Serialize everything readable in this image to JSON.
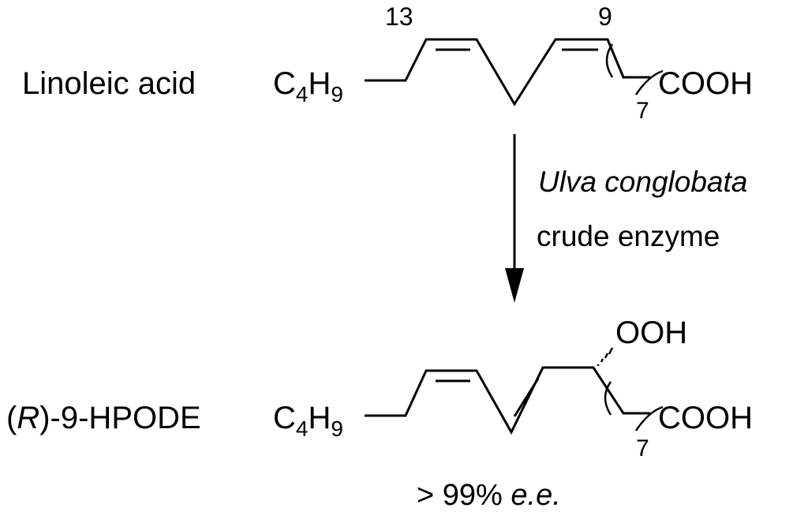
{
  "reactant": {
    "name": "Linoleic acid",
    "alkyl_main": "C",
    "alkyl_sub1": "4",
    "alkyl_mid": "H",
    "alkyl_sub2": "9",
    "locant_13": "13",
    "locant_9": "9",
    "acid_group": "COOH",
    "repeat_count": "7"
  },
  "conditions": {
    "organism": "Ulva conglobata",
    "reagent": "crude enzyme"
  },
  "product": {
    "name_paren_open": "(",
    "name_italic": "R",
    "name_rest": ")-9-HPODE",
    "alkyl_main": "C",
    "alkyl_sub1": "4",
    "alkyl_mid": "H",
    "alkyl_sub2": "9",
    "hydroperoxy": "OOH",
    "acid_group": "COOH",
    "repeat_count": "7"
  },
  "result": {
    "ee_value": "> 99% ",
    "ee_unit": "e.e."
  }
}
